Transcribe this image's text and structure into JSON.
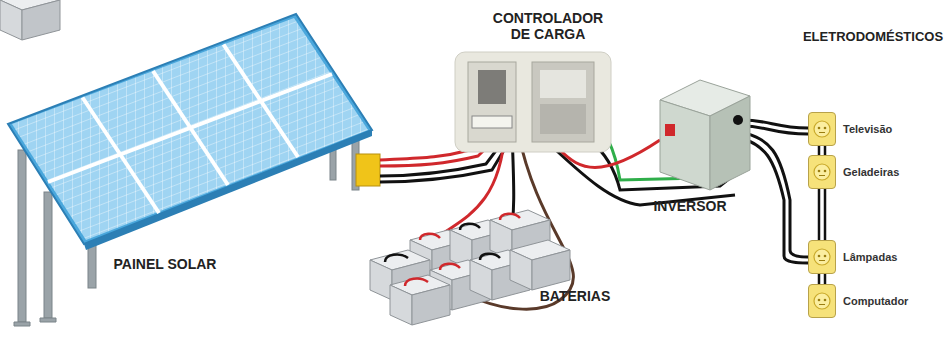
{
  "diagram": {
    "nodes": [
      {
        "text": [
          "Televisão"
        ]
      },
      {
        "text": [
          "Geladeiras"
        ]
      },
      {
        "text": [
          "Lâmpadas"
        ]
      },
      {
        "text": [
          "Computador"
        ]
      }
    ],
    "edges": [
      {
        "from": 0,
        "to": 1,
        "arrow": "none"
      },
      {
        "from": 1,
        "to": 2,
        "arrow": "none"
      },
      {
        "from": 2,
        "to": 3,
        "arrow": "none"
      }
    ],
    "labels": [
      "CONTROLADOR DE CARGA",
      "ELETRODOMÉSTICOS",
      "INVERSOR",
      "PAINEL SOLAR",
      "BATERIAS"
    ]
  }
}
